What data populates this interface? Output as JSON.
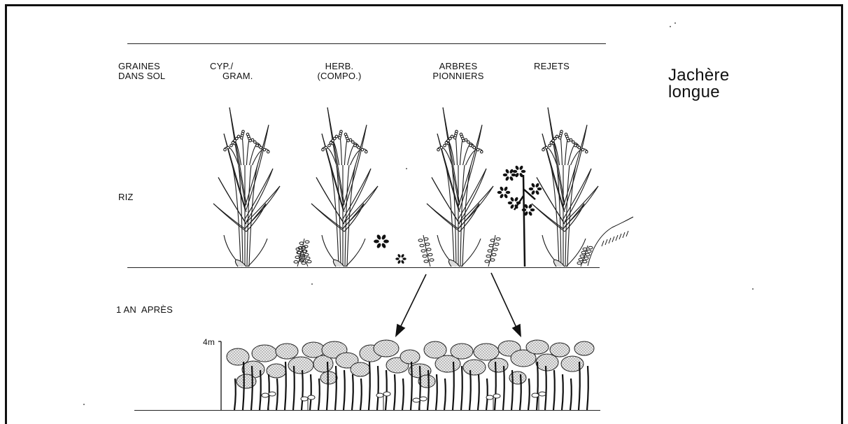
{
  "title": {
    "line1": "Jachère",
    "line2": "longue"
  },
  "columns": [
    {
      "line1": "GRAINES",
      "line2": "DANS SOL"
    },
    {
      "line1": "CYP./",
      "line2": "GRAM."
    },
    {
      "line1": "HERB.",
      "line2": "(COMPO.)"
    },
    {
      "line1": "ARBRES",
      "line2": "PIONNIERS"
    },
    {
      "line1": "REJETS",
      "line2": ""
    }
  ],
  "rows": {
    "riz": "RIZ",
    "after": "1 AN  APRÈS"
  },
  "scale_label": "4m"
}
